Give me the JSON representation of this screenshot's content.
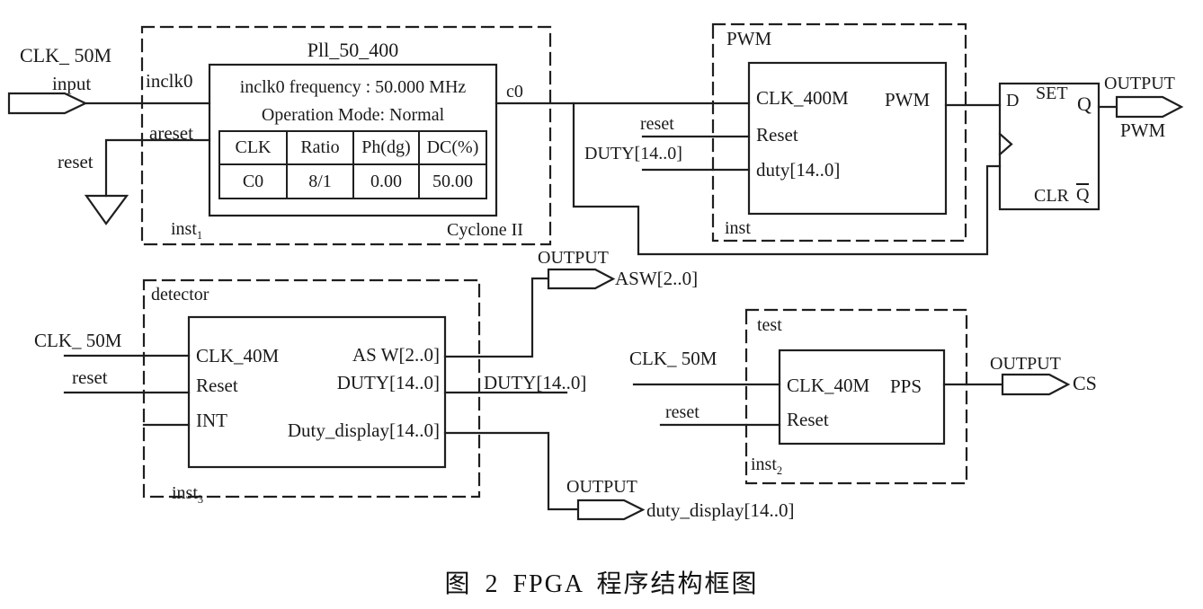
{
  "colors": {
    "ink": "#1f1f1f",
    "paper": "#ffffff"
  },
  "caption": "图 2  FPGA 程序结构框图",
  "top_input": {
    "net_label": "CLK_ 50M",
    "pin_label": "input",
    "reset_label": "reset"
  },
  "pll": {
    "block_title": "Pll_50_400",
    "device": "Cyclone II",
    "instance": "inst",
    "instance_sub": "1",
    "port_inclk0": "inclk0",
    "port_areset": "areset",
    "port_c0": "c0",
    "info_frequency": "inclk0 frequency : 50.000 MHz",
    "info_mode": "Operation Mode: Normal",
    "table": {
      "headers": [
        "CLK",
        "Ratio",
        "Ph(dg)",
        "DC(%)"
      ],
      "rows": [
        [
          "C0",
          "8/1",
          "0.00",
          "50.00"
        ]
      ]
    }
  },
  "pwm": {
    "block_title": "PWM",
    "instance": "inst",
    "port_clk": "CLK_400M",
    "port_reset": "Reset",
    "port_duty": "duty[14..0]",
    "port_out": "PWM",
    "net_reset": "reset",
    "net_duty": "DUTY[14..0]"
  },
  "dff": {
    "port_d": "D",
    "port_set": "SET",
    "port_q": "Q",
    "port_clr": "CLR",
    "port_qn": "Q"
  },
  "pwm_out": {
    "pin_label": "OUTPUT",
    "net_label": "PWM"
  },
  "detector": {
    "block_title": "detector",
    "instance": "inst",
    "instance_sub": "3",
    "port_clk": "CLK_40M",
    "port_reset": "Reset",
    "port_int": "INT",
    "port_asw": "AS W[2..0]",
    "port_duty": "DUTY[14..0]",
    "port_duty_display": "Duty_display[14..0]",
    "net_clk": "CLK_ 50M",
    "net_reset": "reset",
    "net_duty": "DUTY[14..0]"
  },
  "asw_out": {
    "pin_label": "OUTPUT",
    "net_label": "ASW[2..0]"
  },
  "duty_display_out": {
    "pin_label": "OUTPUT",
    "net_label": "duty_display[14..0]"
  },
  "test": {
    "block_title": "test",
    "instance": "inst",
    "instance_sub": "2",
    "port_clk": "CLK_40M",
    "port_reset": "Reset",
    "port_pps": "PPS",
    "net_clk": "CLK_ 50M",
    "net_reset": "reset"
  },
  "cs_out": {
    "pin_label": "OUTPUT",
    "net_label": "CS"
  }
}
